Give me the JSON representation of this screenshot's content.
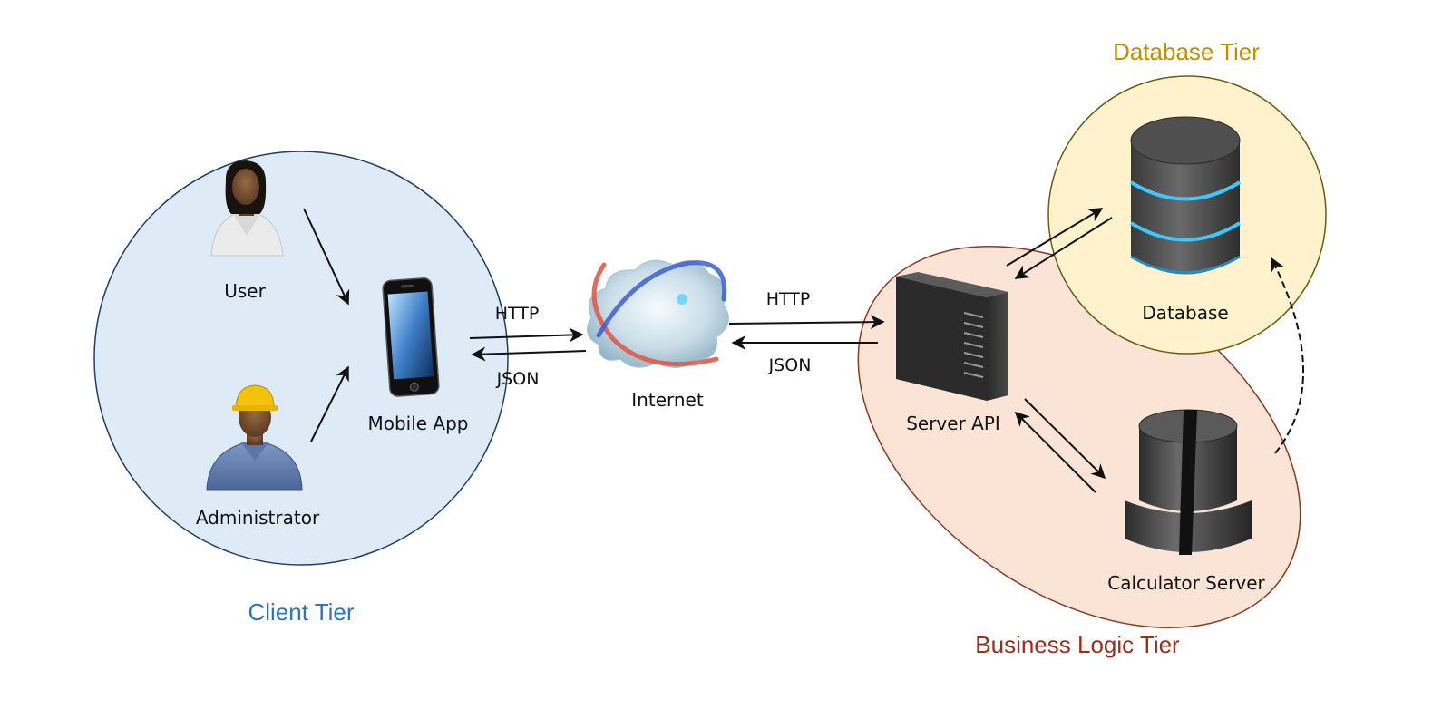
{
  "tiers": {
    "client": {
      "label": "Client Tier",
      "color": "#2e75b6",
      "fill": "#deebf7",
      "stroke": "#1f3f66"
    },
    "business": {
      "label": "Business Logic Tier",
      "color": "#9c2e1a",
      "fill": "#fbe4d5",
      "stroke": "#8a3b22"
    },
    "database": {
      "label": "Database Tier",
      "color": "#bf8f00",
      "fill": "#fff2cc",
      "stroke": "#6f5a10"
    }
  },
  "nodes": {
    "user": "User",
    "administrator": "Administrator",
    "mobile_app": "Mobile App",
    "internet": "Internet",
    "server_api": "Server API",
    "database": "Database",
    "calculator_server": "Calculator Server"
  },
  "protocols": {
    "left_request": "HTTP",
    "left_response": "JSON",
    "right_request": "HTTP",
    "right_response": "JSON"
  },
  "icons": [
    "user-avatar-icon",
    "administrator-avatar-icon",
    "smartphone-icon",
    "cloud-globe-icon",
    "server-tower-icon",
    "database-icon",
    "calculator-server-icon"
  ]
}
